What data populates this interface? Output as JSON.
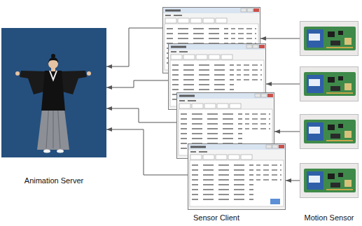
{
  "diagram": {
    "nodes": [
      {
        "text": [
          "Animation Server"
        ]
      },
      {
        "text": [
          "Sensor Client"
        ]
      },
      {
        "text": [
          "Motion Sensor"
        ]
      }
    ],
    "edges": [
      {
        "from": 2,
        "to": 1,
        "arrow": "to"
      },
      {
        "from": 1,
        "to": 0,
        "arrow": "to"
      }
    ]
  }
}
